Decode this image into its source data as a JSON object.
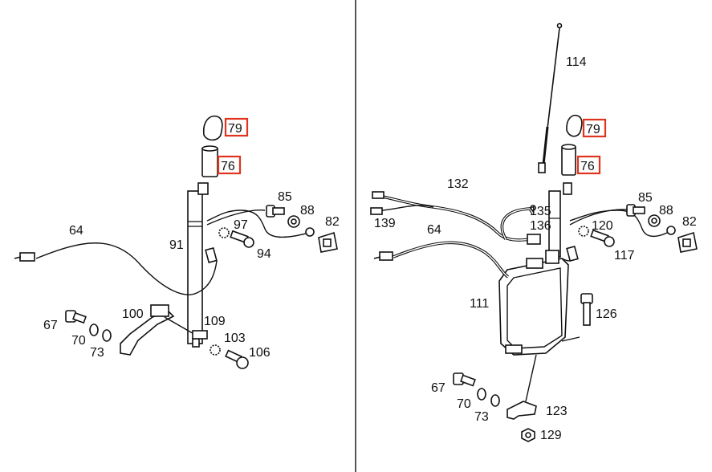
{
  "diagram": {
    "colors": {
      "line": "#111111",
      "highlight": "#e0341e",
      "background": "#ffffff"
    },
    "left": {
      "callouts": [
        "79",
        "76",
        "85",
        "88",
        "82",
        "97",
        "94",
        "91",
        "64",
        "100",
        "109",
        "103",
        "106",
        "67",
        "70",
        "73"
      ],
      "highlighted": [
        "79",
        "76"
      ]
    },
    "right": {
      "callouts": [
        "114",
        "79",
        "76",
        "132",
        "135",
        "136",
        "139",
        "85",
        "88",
        "82",
        "120",
        "117",
        "64",
        "111",
        "126",
        "67",
        "70",
        "73",
        "123",
        "129"
      ],
      "highlighted": [
        "79",
        "76"
      ]
    }
  }
}
